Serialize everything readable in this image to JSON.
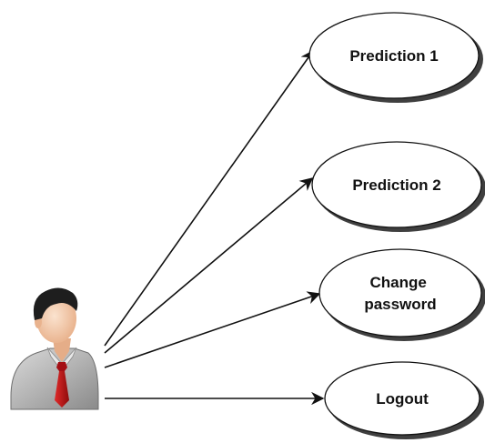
{
  "use_cases": [
    {
      "id": "prediction-1",
      "lines": [
        "Prediction 1"
      ]
    },
    {
      "id": "prediction-2",
      "lines": [
        "Prediction 2"
      ]
    },
    {
      "id": "change-password",
      "lines": [
        "Change",
        "password"
      ]
    },
    {
      "id": "logout",
      "lines": [
        "Logout"
      ]
    }
  ],
  "colors": {
    "ellipse_fill": "#ffffff",
    "ellipse_stroke": "#111111",
    "ellipse_shadow": "#2a2a2a",
    "arrow": "#111111",
    "actor_skin": "#f2c9a8",
    "actor_hair": "#1e1e1e",
    "actor_shirt": "#a9a9a9",
    "actor_tie": "#c0121a"
  },
  "icons": {
    "actor": "user-actor-icon"
  }
}
